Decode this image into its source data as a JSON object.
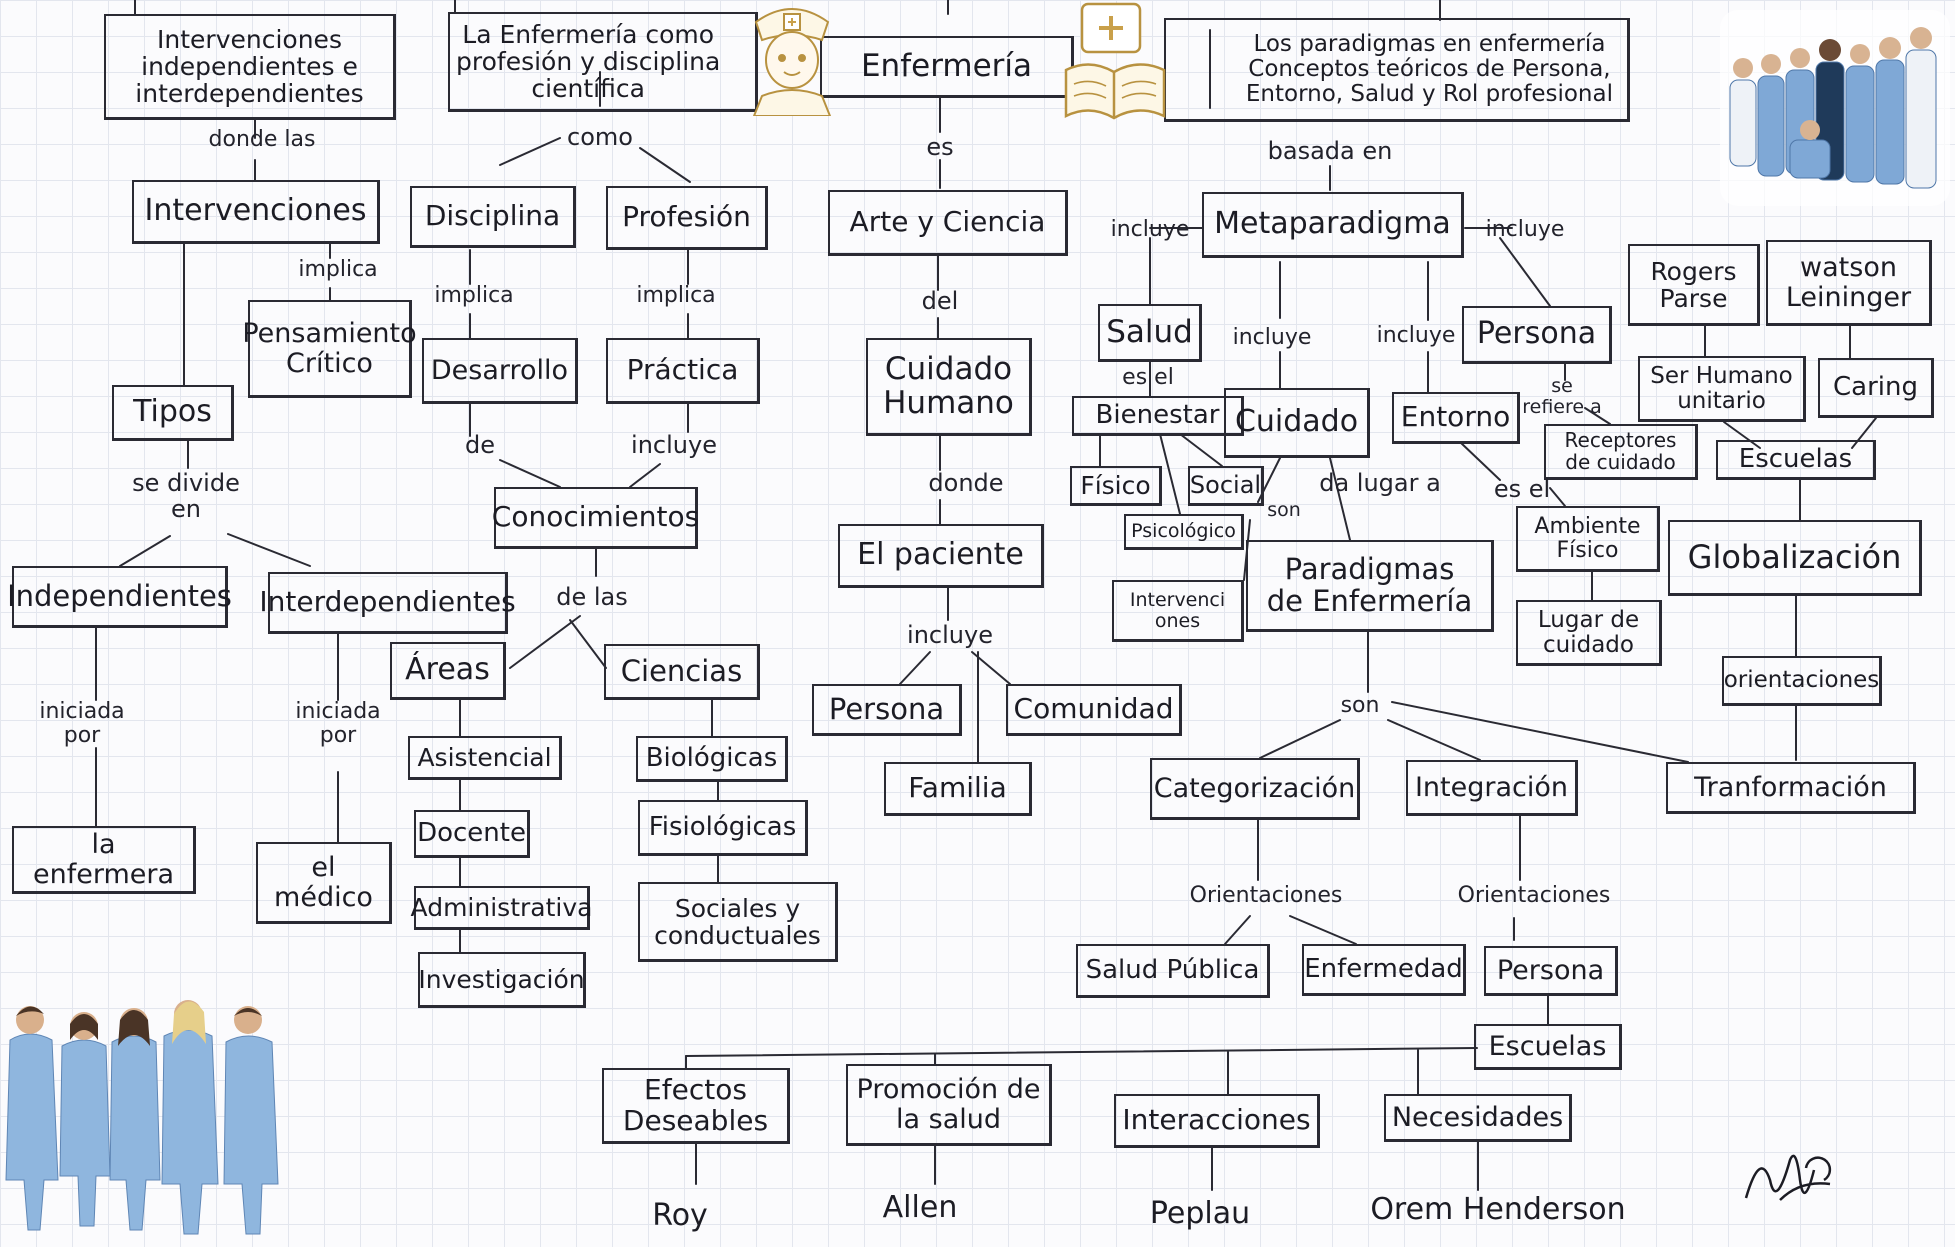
{
  "nodes": {
    "intervenciones_ind_inter": "Intervenciones\nindependientes e\ninterdependientes",
    "enfermeria_profesion": "La Enfermería como\nprofesión y disciplina\ncientífica",
    "enfermeria": "Enfermería",
    "paradigmas_header": "Los paradigmas en enfermería\nConceptos teóricos de Persona,\nEntorno, Salud y Rol profesional",
    "intervenciones": "Intervenciones",
    "disciplina": "Disciplina",
    "profesion": "Profesión",
    "arte_ciencia": "Arte y Ciencia",
    "metaparadigma": "Metaparadigma",
    "pensamiento_critico": "Pensamiento\nCrítico",
    "desarrollo": "Desarrollo",
    "practica": "Práctica",
    "cuidado_humano": "Cuidado\nHumano",
    "salud": "Salud",
    "persona_meta": "Persona",
    "tipos": "Tipos",
    "bienestar": "Bienestar",
    "cuidado": "Cuidado",
    "entorno": "Entorno",
    "receptores": "Receptores\nde cuidado",
    "fisico": "Físico",
    "social": "Social",
    "psicologico": "Psicológico",
    "intervenciones_small": "Intervenci\nones",
    "conocimientos": "Conocimientos",
    "el_paciente": "El paciente",
    "paradigmas_enf": "Paradigmas\nde Enfermería",
    "ambiente_fisico": "Ambiente\nFísico",
    "lugar_cuidado": "Lugar de\ncuidado",
    "independientes": "Independientes",
    "interdependientes": "Interdependientes",
    "areas": "Áreas",
    "ciencias": "Ciencias",
    "persona_pac": "Persona",
    "comunidad": "Comunidad",
    "familia": "Familia",
    "asistencial": "Asistencial",
    "docente": "Docente",
    "administrativa": "Administrativa",
    "investigacion": "Investigación",
    "biologicas": "Biológicas",
    "fisiologicas": "Fisiológicas",
    "sociales": "Sociales y\nconductuales",
    "la_enfermera": "la enfermera",
    "el_medico": "el\nmédico",
    "categorizacion": "Categorización",
    "integracion": "Integración",
    "transformacion": "Tranformación",
    "salud_publica": "Salud Pública",
    "enfermedad": "Enfermedad",
    "persona_int": "Persona",
    "escuelas_bottom": "Escuelas",
    "efectos": "Efectos\nDeseables",
    "promocion": "Promoción de\nla salud",
    "interacciones": "Interacciones",
    "necesidades": "Necesidades",
    "rogers": "Rogers\nParse",
    "watson": "watson\nLeininger",
    "ser_humano": "Ser Humano\nunitario",
    "caring": "Caring",
    "escuelas_right": "Escuelas",
    "globalizacion": "Globalización",
    "orientaciones_right": "orientaciones"
  },
  "labels": {
    "donde_las": "donde las",
    "como": "como",
    "es": "es",
    "basada_en": "basada en",
    "implica_1": "implica",
    "implica_2": "implica",
    "implica_3": "implica",
    "del": "del",
    "incluye_1": "incluye",
    "incluye_2": "incluye",
    "incluye_3": "incluye",
    "incluye_4": "incluye",
    "es_el": "es el",
    "se_refiere_a": "se\nrefiere a",
    "se_divide_en": "se divide\nen",
    "de": "de",
    "incluye_5": "incluye",
    "donde": "donde",
    "da_lugar_a": "da lugar a",
    "son_1": "son",
    "es_el_2": "es el",
    "de_las": "de las",
    "incluye_6": "incluye",
    "iniciada_por_1": "iniciada\npor",
    "iniciada_por_2": "iniciada\npor",
    "son_2": "son",
    "orientaciones_1": "Orientaciones",
    "orientaciones_2": "Orientaciones"
  },
  "leaves": {
    "roy": "Roy",
    "allen": "Allen",
    "peplau": "Peplau",
    "orem": "Orem Henderson"
  },
  "colors": {
    "ink": "#2a2a33",
    "uniform": "#7fa8d6",
    "gold": "#c9a04a"
  },
  "icons": [
    "nurse-portrait-icon",
    "book-first-aid-icon",
    "medical-team-icon",
    "nurses-group-icon",
    "signature-icon"
  ]
}
